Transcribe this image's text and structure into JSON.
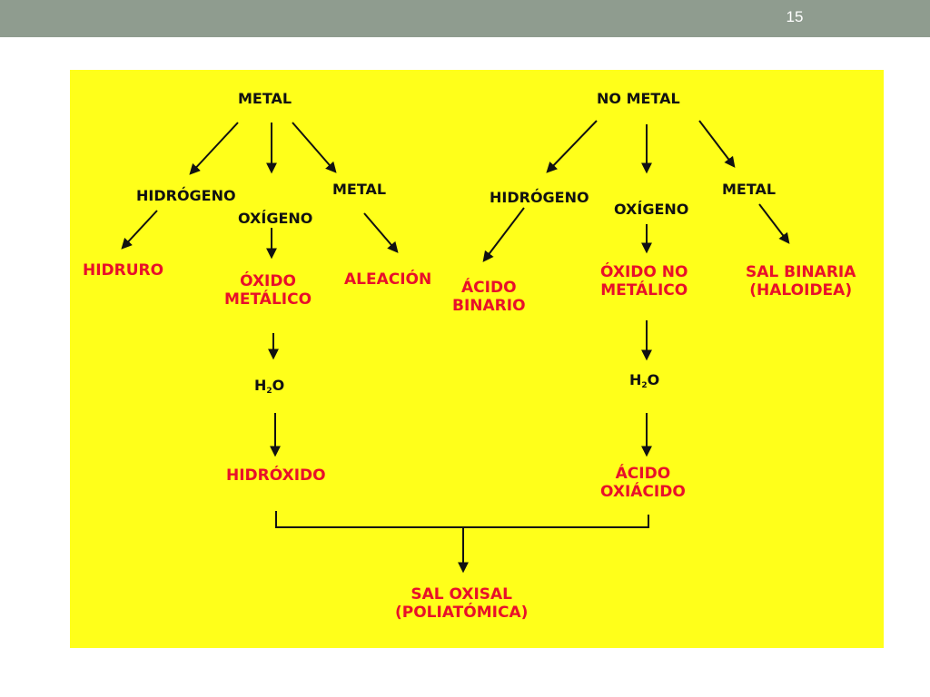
{
  "slide": {
    "page_number": "15"
  },
  "diagram": {
    "colors": {
      "background": "#ffff1a",
      "reactant": "#111111",
      "product": "#e8102a"
    },
    "left": {
      "root": "METAL",
      "reactant_hydrogen": "HIDRÓGENO",
      "reactant_oxygen": "OXÍGENO",
      "reactant_metal": "METAL",
      "product_hydride": "HIDRURO",
      "product_oxide_line1": "ÓXIDO",
      "product_oxide_line2": "METÁLICO",
      "product_alloy": "ALEACIÓN",
      "water": {
        "base": "H",
        "sub": "2",
        "tail": "O"
      },
      "product_hydroxide": "HIDRÓXIDO"
    },
    "right": {
      "root": "NO METAL",
      "reactant_hydrogen": "HIDRÓGENO",
      "reactant_oxygen": "OXÍGENO",
      "reactant_metal": "METAL",
      "product_binary_acid_line1": "ÁCIDO",
      "product_binary_acid_line2": "BINARIO",
      "product_oxide_line1": "ÓXIDO NO",
      "product_oxide_line2": "METÁLICO",
      "product_salt_line1": "SAL BINARIA",
      "product_salt_line2": "(HALOIDEA)",
      "water": {
        "base": "H",
        "sub": "2",
        "tail": "O"
      },
      "product_oxacid_line1": "ÁCIDO",
      "product_oxacid_line2": "OXIÁCIDO"
    },
    "final": {
      "product_line1": "SAL OXISAL",
      "product_line2": "(POLIATÓMICA)"
    }
  }
}
